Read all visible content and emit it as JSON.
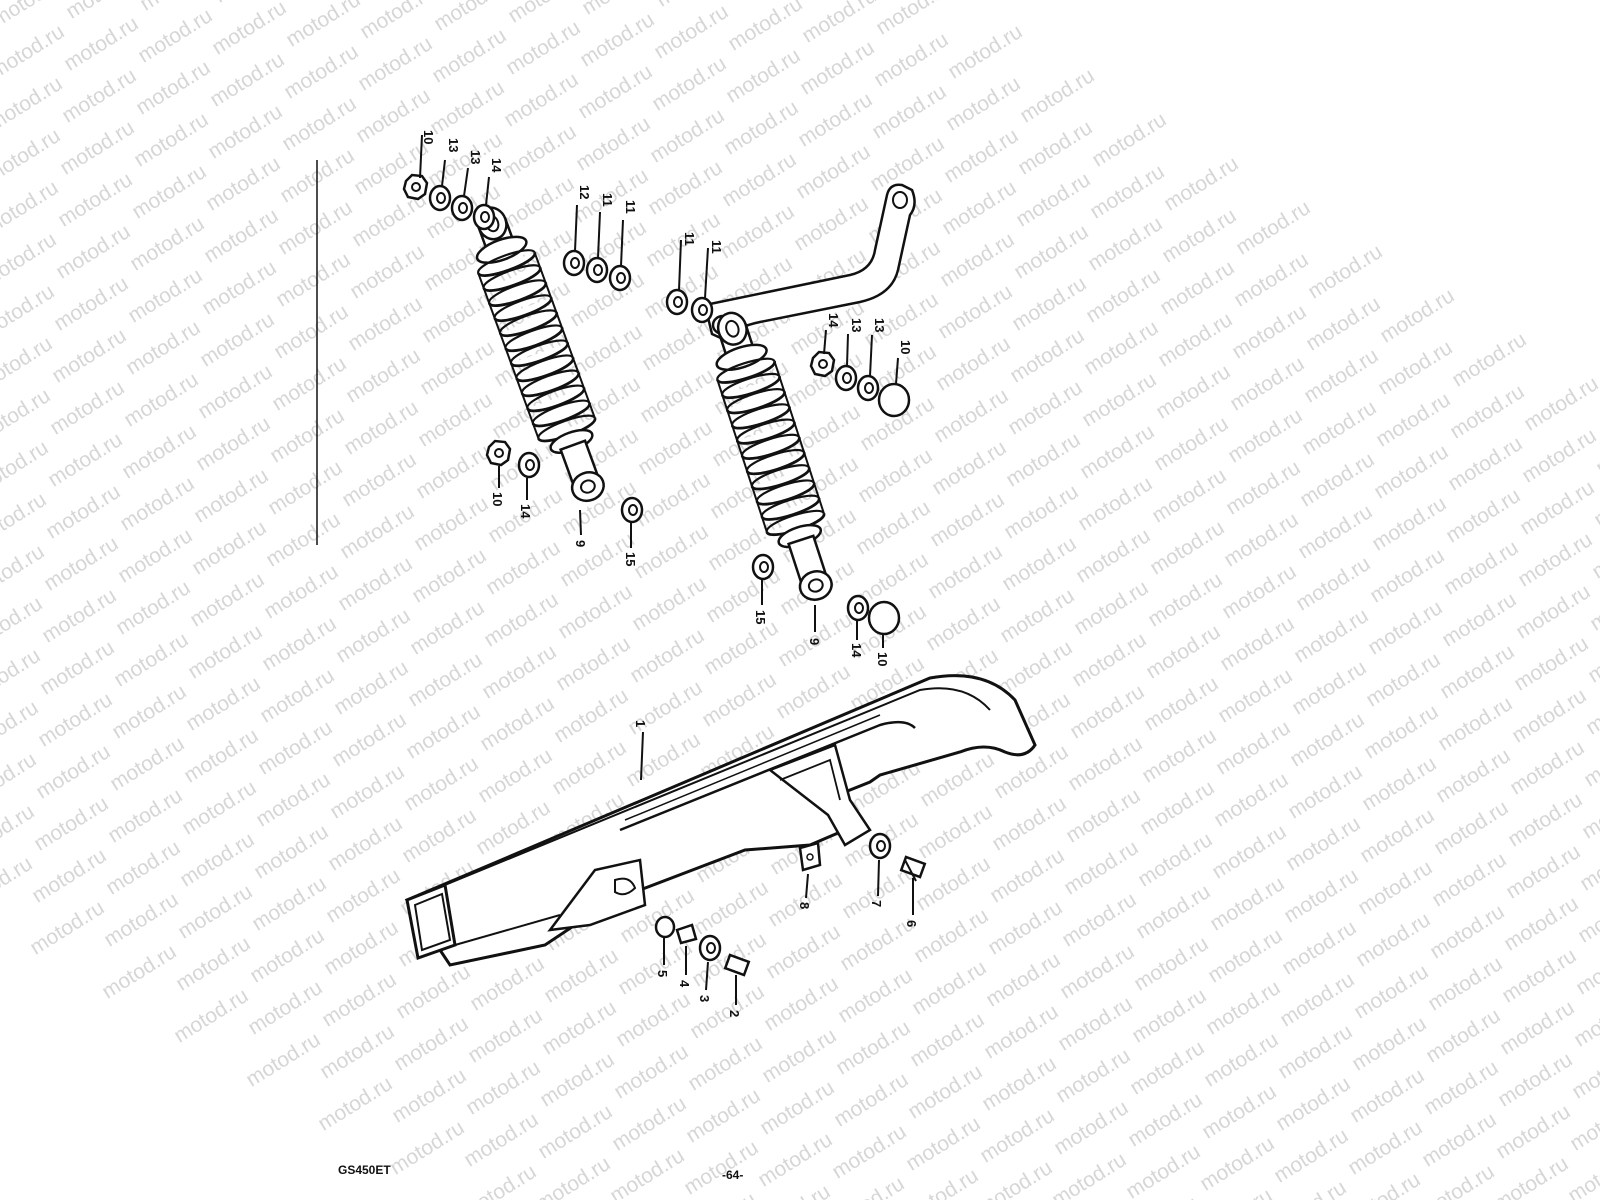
{
  "watermark": "motod.ru",
  "model_code": "GS450ET",
  "page_number": "-64-",
  "colors": {
    "ink": "#111111",
    "watermark": "#c9c9c9",
    "background": "#ffffff"
  },
  "parts": [
    {
      "name": "chain-case",
      "label": "1"
    },
    {
      "name": "bolt",
      "label": "2"
    },
    {
      "name": "washer",
      "label": "3"
    },
    {
      "name": "spacer",
      "label": "4"
    },
    {
      "name": "grommet",
      "label": "5"
    },
    {
      "name": "bolt",
      "label": "6"
    },
    {
      "name": "washer",
      "label": "7"
    },
    {
      "name": "clip",
      "label": "8"
    },
    {
      "name": "rear-shock-absorber",
      "label": "9"
    },
    {
      "name": "nut",
      "label": "10"
    },
    {
      "name": "washer",
      "label": "11"
    },
    {
      "name": "washer",
      "label": "12"
    },
    {
      "name": "washer",
      "label": "13"
    },
    {
      "name": "washer",
      "label": "14"
    },
    {
      "name": "washer",
      "label": "15"
    }
  ],
  "callouts": {
    "c1": "1",
    "c2": "2",
    "c3": "3",
    "c4": "4",
    "c5": "5",
    "c6": "6",
    "c7": "7",
    "c8": "8",
    "c9a": "9",
    "c9b": "9",
    "c10a": "10",
    "c10b": "10",
    "c10c": "10",
    "c10d": "10",
    "c11a": "11",
    "c11b": "11",
    "c11c": "11",
    "c11d": "11",
    "c12": "12",
    "c13a": "13",
    "c13b": "13",
    "c13c": "13",
    "c13d": "13",
    "c14a": "14",
    "c14b": "14",
    "c14c": "14",
    "c14d": "14",
    "c15a": "15",
    "c15b": "15"
  }
}
